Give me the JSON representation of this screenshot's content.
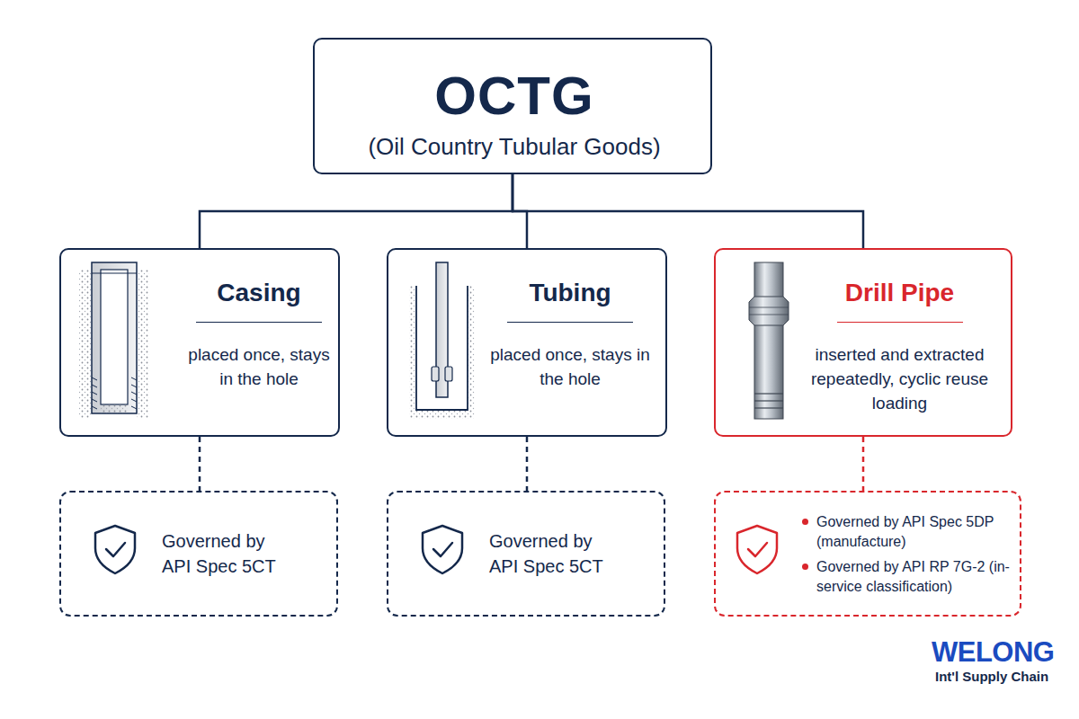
{
  "diagram": {
    "nodes": [
      {
        "text": [
          "OCTG",
          "(Oil Country Tubular Goods)"
        ]
      },
      {
        "text": [
          "Casing",
          "placed once, stays in the hole"
        ]
      },
      {
        "text": [
          "Tubing",
          "placed once, stays in the hole"
        ]
      },
      {
        "text": [
          "Drill Pipe",
          "inserted and extracted repeatedly, cyclic reuse loading"
        ]
      },
      {
        "text": [
          "Governed by API Spec 5CT"
        ]
      },
      {
        "text": [
          "Governed by API Spec 5CT"
        ]
      },
      {
        "text": [
          "Governed by API Spec 5DP (manufacture)",
          "Governed by API RP 7G-2 (in-service classification)"
        ]
      }
    ],
    "edges": [
      {
        "from": 0,
        "to": 1,
        "arrow": "none"
      },
      {
        "from": 0,
        "to": 2,
        "arrow": "none"
      },
      {
        "from": 0,
        "to": 3,
        "arrow": "none"
      },
      {
        "from": 1,
        "to": 4,
        "arrow": "none"
      },
      {
        "from": 2,
        "to": 5,
        "arrow": "none"
      },
      {
        "from": 3,
        "to": 6,
        "arrow": "none"
      }
    ],
    "labels": [
      "WELONG",
      "Int'l Supply Chain"
    ]
  }
}
